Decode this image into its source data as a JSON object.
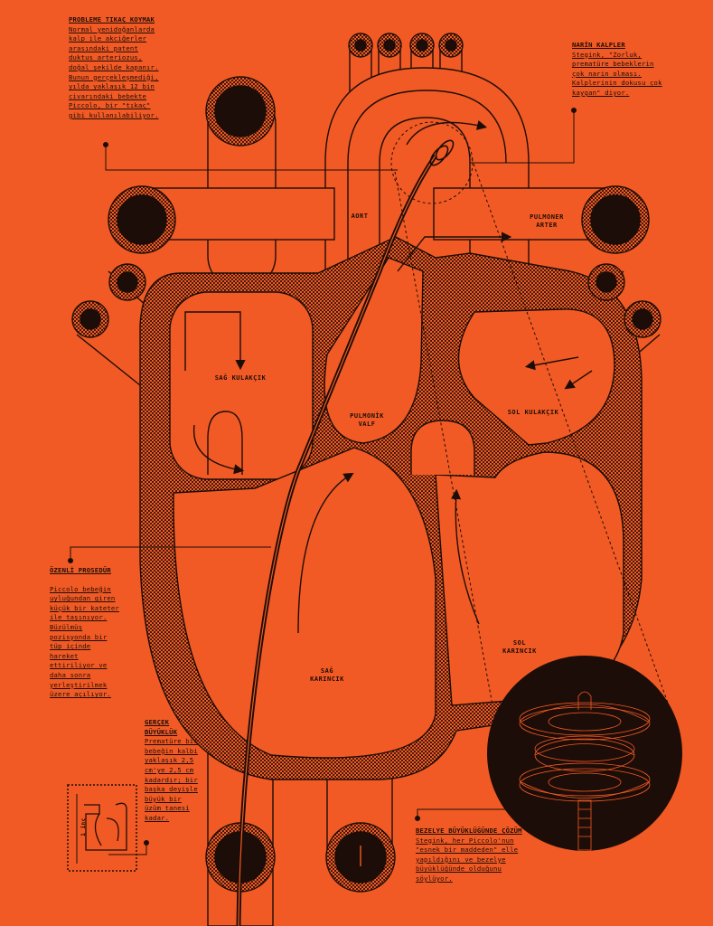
{
  "colors": {
    "background": "#F15A24",
    "ink": "#1d0d08"
  },
  "labels": {
    "aort": "AORT",
    "pulmoner_arter": [
      "PULMONER",
      "ARTER"
    ],
    "sag_kulakcik": "SAĞ KULAKÇIK",
    "pulmonik_valf": [
      "PULMONİK",
      "VALF"
    ],
    "sol_kulakcik": "SOL KULAKÇIK",
    "sol_karincik": [
      "SOL",
      "KARINCIK"
    ],
    "sag_karincik": [
      "SAĞ",
      "KARINCIK"
    ],
    "scale": "1 inç"
  },
  "notes": {
    "tikac": {
      "title": "PROBLEME TIKAÇ KOYMAK",
      "body": "Normal yenidoğanlarda kalp ile akciğerler arasındaki patent duktus arteriozus, doğal şekilde kapanır. Bunun gerçekleşmediği, yılda yaklaşık 12 bin civarındaki bebekte Piccolo, bir \"tıkaç\" gibi kullanılabiliyor."
    },
    "narin": {
      "title": "NARİN KALPLER",
      "body": "Stegink, \"Zorluk, prematüre bebeklerin çok narin olması. Kalplerinin dokusu çok kaygan\" diyor."
    },
    "prosedur": {
      "title": "ÖZENLİ PROSEDÜR",
      "body": "Piccolo bebeğin uyluğundan giren küçük bir kateter ile taşınıyor. Büzülmüş pozisyonda bir tüp içinde hareket ettiriliyor ve daha sonra yerleştirilmek üzere açılıyor."
    },
    "buyukluk": {
      "title": "GERÇEK BÜYÜKLÜK",
      "body": "Prematüre bir bebeğin kalbi yaklaşık 2,5 cm'ye 2,5 cm kadardır; bir başka deyişle büyük bir üzüm tanesi kadar."
    },
    "bezelye": {
      "title": "BEZELYE BÜYÜKLÜĞÜNDE ÇÖZÜM",
      "body": "Stegink, her Piccolo'nun \"esnek bir maddeden\" elle yapıldığını ve bezelye büyüklüğünde olduğunu söylüyor."
    }
  }
}
